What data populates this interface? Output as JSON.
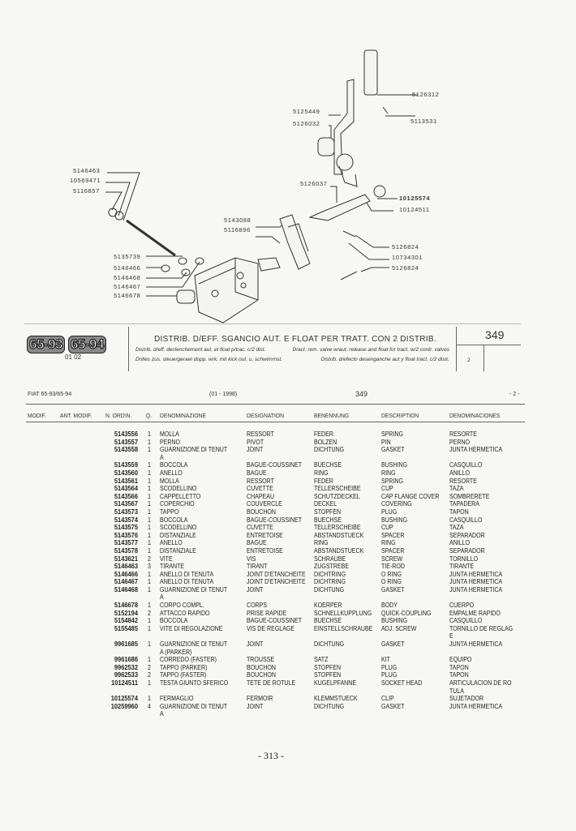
{
  "diagram": {
    "callouts": [
      "5146463",
      "10569471",
      "5116857",
      "5143088",
      "5116896",
      "5135739",
      "5146466",
      "5146468",
      "5146467",
      "5146678",
      "5125449",
      "5126032",
      "5126312",
      "5113531",
      "5126037",
      "10125574",
      "10124511",
      "5126824",
      "10734301",
      "5126824"
    ]
  },
  "header": {
    "models": [
      "65-93",
      "65-94"
    ],
    "code": "01 02",
    "title_it": "DISTRIB. D/EFF. SGANCIO AUT. E FLOAT PER TRATT. CON 2 DISTRIB.",
    "title_fr": "Distrib. d/eff. declenchement aut. et float p/trac. c/2 dist.",
    "title_de": "Drilles zus. steuergeraet dopp. wrk. mit kick out. u. schwimmst.",
    "title_en": "D/act. rem. valve w/aut. release and float for tract. w/2 contr. valves",
    "title_es": "Distrib. d/efecto desenganche aut y float tract. c/2 distr.",
    "table_no": "349",
    "sheet": "2"
  },
  "subheader": {
    "model": "FIAT 65-93/65-94",
    "date": "(01 - 1998)",
    "table_no": "349",
    "page": "- 2 -"
  },
  "columns": [
    "MODIF.",
    "ANT. MODIF.",
    "N. ORD\\N.",
    "Q.",
    "DENOMINAZIONE",
    "DESIGNATION",
    "BENENNUNG",
    "DESCRIPTION",
    "DENOMINACIONES"
  ],
  "rows": [
    [
      "5143556",
      "1",
      "MOLLA",
      "RESSORT",
      "FEDER",
      "SPRING",
      "RESORTE"
    ],
    [
      "5143557",
      "1",
      "PERNO",
      "PIVOT",
      "BOLZEN",
      "PIN",
      "PERNO"
    ],
    [
      "5143558",
      "1",
      "GUARNIZIONE DI TENUT\nA",
      "JOINT",
      "DICHTUNG",
      "GASKET",
      "JUNTA HERMETICA"
    ],
    [
      "5143559",
      "1",
      "BOCCOLA",
      "BAGUE-COUSSINET",
      "BUECHSE",
      "BUSHING",
      "CASQUILLO"
    ],
    [
      "5143560",
      "1",
      "ANELLO",
      "BAGUE",
      "RING",
      "RING",
      "ANILLO"
    ],
    [
      "5143561",
      "1",
      "MOLLA",
      "RESSORT",
      "FEDER",
      "SPRING",
      "RESORTE"
    ],
    [
      "5143564",
      "1",
      "SCODELLINO",
      "CUVETTE",
      "TELLERSCHEIBE",
      "CUP",
      "TAZA"
    ],
    [
      "5143566",
      "1",
      "CAPPELLETTO",
      "CHAPEAU",
      "SCHUTZDECKEL",
      "CAP FLANGE COVER",
      "SOMBRERETE"
    ],
    [
      "5143567",
      "1",
      "COPERCHIO",
      "COUVERCLE",
      "DECKEL",
      "COVERING",
      "TAPADERA"
    ],
    [
      "5143573",
      "1",
      "TAPPO",
      "BOUCHON",
      "STOPFEN",
      "PLUG",
      "TAPON"
    ],
    [
      "5143574",
      "1",
      "BOCCOLA",
      "BAGUE-COUSSINET",
      "BUECHSE",
      "BUSHING",
      "CASQUILLO"
    ],
    [
      "5143575",
      "1",
      "SCODELLINO",
      "CUVETTE",
      "TELLERSCHEIBE",
      "CUP",
      "TAZA"
    ],
    [
      "5143576",
      "1",
      "DISTANZIALE",
      "ENTRETOISE",
      "ABSTANDSTUECK",
      "SPACER",
      "SEPARADOR"
    ],
    [
      "5143577",
      "1",
      "ANELLO",
      "BAGUE",
      "RING",
      "RING",
      "ANILLO"
    ],
    [
      "5143578",
      "1",
      "DISTANZIALE",
      "ENTRETOISE",
      "ABSTANDSTUECK",
      "SPACER",
      "SEPARADOR"
    ],
    [
      "5143621",
      "2",
      "VITE",
      "VIS",
      "SCHRAUBE",
      "SCREW",
      "TORNILLO"
    ],
    [
      "5146463",
      "3",
      "TIRANTE",
      "TIRANT",
      "ZUGSTREBE",
      "TIE-ROD",
      "TIRANTE"
    ],
    [
      "5146466",
      "1",
      "ANELLO DI TENUTA",
      "JOINT D'ETANCHEITE",
      "DICHTRING",
      "O RING",
      "JUNTA HERMETICA"
    ],
    [
      "5146467",
      "1",
      "ANELLO DI TENUTA",
      "JOINT D'ETANCHEITE",
      "DICHTRING",
      "O RING",
      "JUNTA HERMETICA"
    ],
    [
      "5146468",
      "1",
      "GUARNIZIONE DI TENUT\nA",
      "JOINT",
      "DICHTUNG",
      "GASKET",
      "JUNTA HERMETICA"
    ],
    [
      "5146678",
      "1",
      "CORPO COMPL.",
      "CORPS",
      "KOERPER",
      "BODY",
      "CUERPO"
    ],
    [
      "5152194",
      "2",
      "ATTACCO RAPIDO",
      "PRISE RAPIDE",
      "SCHNELLKUPPLUNG",
      "QUICK-COUPLING",
      "EMPALME RAPIDO"
    ],
    [
      "5154842",
      "1",
      "BOCCOLA",
      "BAGUE-COUSSINET",
      "BUECHSE",
      "BUSHING",
      "CASQUILLO"
    ],
    [
      "5155485",
      "1",
      "VITE DI REGOLAZIONE",
      "VIS DE REGLAGE",
      "EINSTELLSCHRAUBE",
      "ADJ. SCREW",
      "TORNILLO DE REGLAG\nE"
    ],
    [
      "9961685",
      "1",
      "GUARNIZIONE DI TENUT\nA (PARKER)",
      "JOINT",
      "DICHTUNG",
      "GASKET",
      "JUNTA HERMETICA"
    ],
    [
      "9961686",
      "1",
      "CORREDO (FASTER)",
      "TROUSSE",
      "SATZ",
      "KIT",
      "EQUIPO"
    ],
    [
      "9962532",
      "2",
      "TAPPO (PARKER)",
      "BOUCHON",
      "STOPFEN",
      "PLUG",
      "TAPON"
    ],
    [
      "9962533",
      "2",
      "TAPPO (FASTER)",
      "BOUCHON",
      "STOPFEN",
      "PLUG",
      "TAPON"
    ],
    [
      "10124511",
      "1",
      "TESTA GIUNTO SFERICO",
      "TETE DE ROTULE",
      "KUGELPFANNE",
      "SOCKET HEAD",
      "ARTICULACION DE RO\nTULA"
    ],
    [
      "10125574",
      "1",
      "FERMAGLIO",
      "FERMOIR",
      "KLEMMSTUECK",
      "CLIP",
      "SUJETADOR"
    ],
    [
      "10259960",
      "4",
      "GUARNIZIONE DI TENUT\nA",
      "JOINT",
      "DICHTUNG",
      "GASKET",
      "JUNTA HERMETICA"
    ]
  ],
  "footer": {
    "page_number": "- 313 -"
  }
}
